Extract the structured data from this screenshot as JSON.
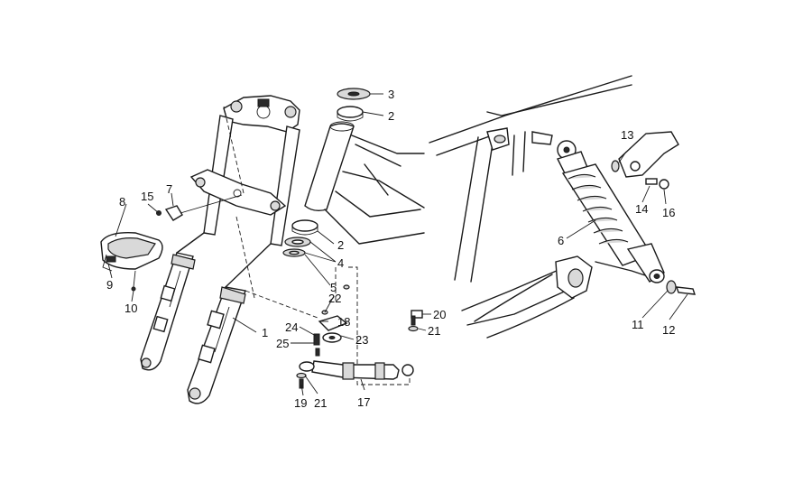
{
  "callouts": [
    {
      "id": "c1",
      "text": "1"
    },
    {
      "id": "c2a",
      "text": "2"
    },
    {
      "id": "c2b",
      "text": "2"
    },
    {
      "id": "c3",
      "text": "3"
    },
    {
      "id": "c4",
      "text": "4"
    },
    {
      "id": "c5",
      "text": "5"
    },
    {
      "id": "c6",
      "text": "6"
    },
    {
      "id": "c7",
      "text": "7"
    },
    {
      "id": "c8",
      "text": "8"
    },
    {
      "id": "c9",
      "text": "9"
    },
    {
      "id": "c10",
      "text": "10"
    },
    {
      "id": "c11",
      "text": "11"
    },
    {
      "id": "c12",
      "text": "12"
    },
    {
      "id": "c13",
      "text": "13"
    },
    {
      "id": "c14",
      "text": "14"
    },
    {
      "id": "c15",
      "text": "15"
    },
    {
      "id": "c16",
      "text": "16"
    },
    {
      "id": "c17",
      "text": "17"
    },
    {
      "id": "c18",
      "text": "18"
    },
    {
      "id": "c19",
      "text": "19"
    },
    {
      "id": "c20",
      "text": "20"
    },
    {
      "id": "c21a",
      "text": "21"
    },
    {
      "id": "c21b",
      "text": "21"
    },
    {
      "id": "c22",
      "text": "22"
    },
    {
      "id": "c23",
      "text": "23"
    },
    {
      "id": "c24",
      "text": "24"
    },
    {
      "id": "c25",
      "text": "25"
    }
  ]
}
